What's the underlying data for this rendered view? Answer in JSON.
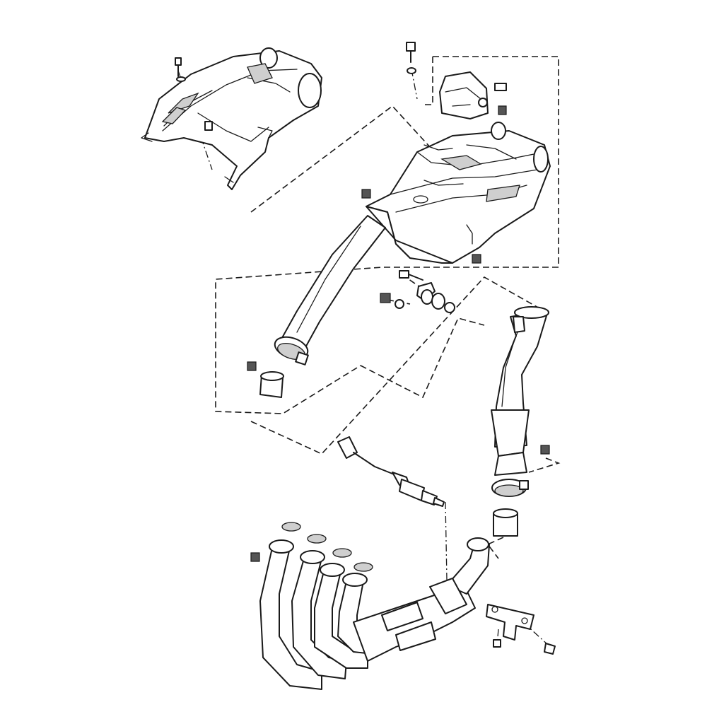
{
  "diagram": {
    "type": "exploded-parts-view",
    "colors": {
      "line": "#1a1a1a",
      "shade": "#cfcfcf",
      "background": "#ffffff"
    },
    "parts": [
      "heat-shield-cover",
      "muffler",
      "muffler-bracket",
      "link-pipe",
      "catalyst-pipe",
      "exhaust-headers",
      "oxygen-sensor",
      "pipe-clamps",
      "exhaust-gaskets",
      "bolts",
      "nuts",
      "washers",
      "header-bracket"
    ]
  }
}
